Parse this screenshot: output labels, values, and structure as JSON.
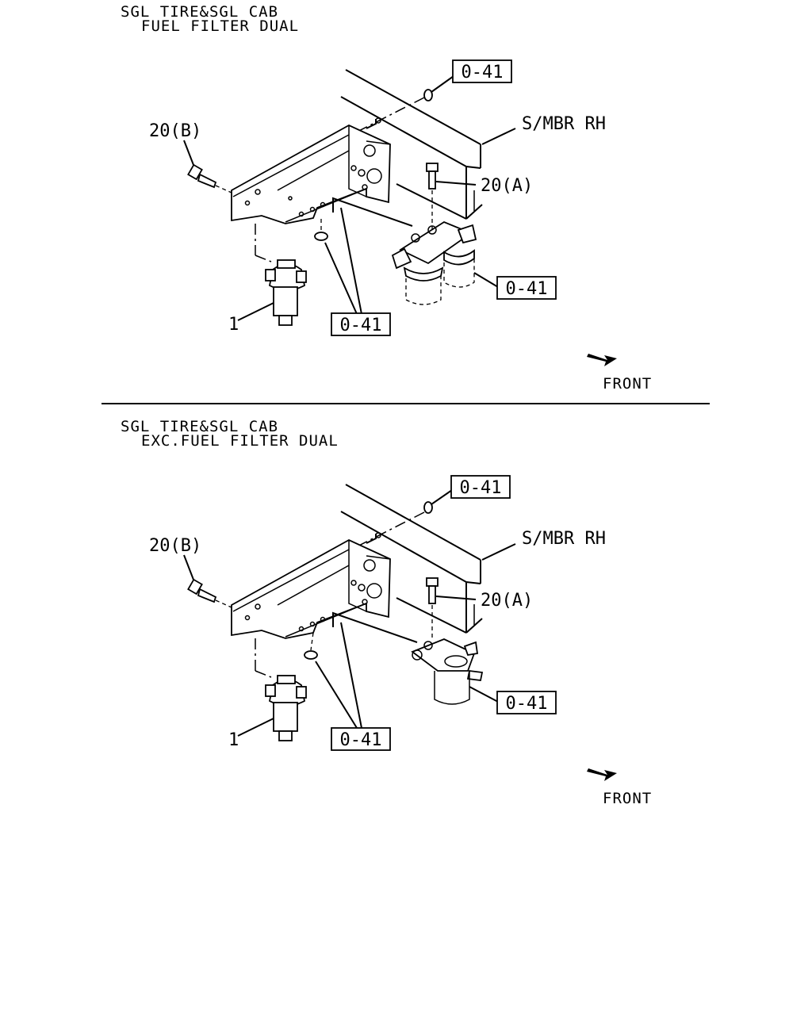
{
  "panels": [
    {
      "title_line1": "SGL TIRE&SGL CAB",
      "title_line2": "FUEL FILTER DUAL",
      "ref_top": "0-41",
      "ref_filter": "0-41",
      "ref_bottom": "0-41",
      "label_frame": "S/MBR RH",
      "label_bolt_a": "20(A)",
      "label_bolt_b": "20(B)",
      "label_part_1": "1",
      "front": "FRONT"
    },
    {
      "title_line1": "SGL TIRE&SGL CAB",
      "title_line2": "EXC.FUEL FILTER DUAL",
      "ref_top": "0-41",
      "ref_filter": "0-41",
      "ref_bottom": "0-41",
      "label_frame": "S/MBR RH",
      "label_bolt_a": "20(A)",
      "label_bolt_b": "20(B)",
      "label_part_1": "1",
      "front": "FRONT"
    }
  ]
}
